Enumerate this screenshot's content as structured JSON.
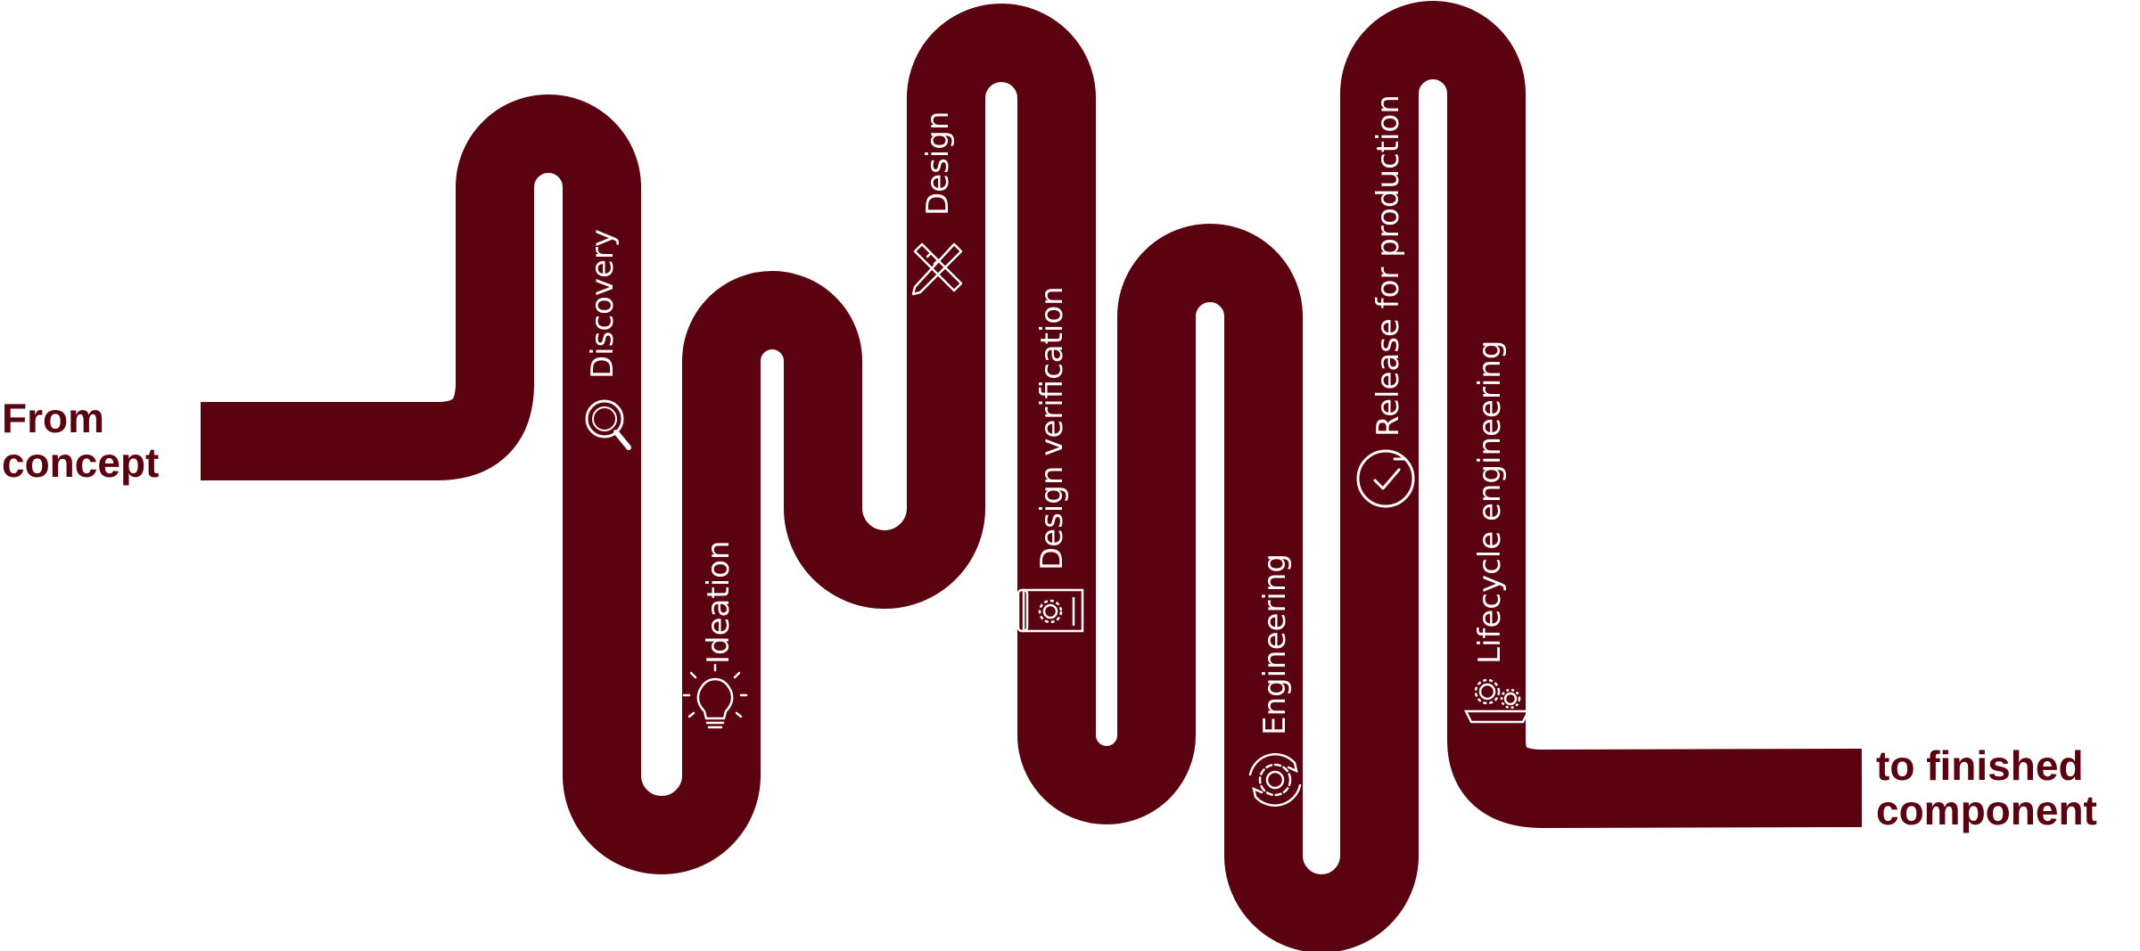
{
  "colors": {
    "road": "#5a020f",
    "text_on_road": "#ffffff",
    "end_label": "#5a020f",
    "background": "#ffffff"
  },
  "start_label": {
    "line1": "From",
    "line2": "concept"
  },
  "end_label": {
    "line1": "to finished",
    "line2": "component"
  },
  "steps": [
    {
      "label": "Discovery",
      "icon": "magnifier-icon"
    },
    {
      "label": "Ideation",
      "icon": "lightbulb-icon"
    },
    {
      "label": "Design",
      "icon": "ruler-pencil-icon"
    },
    {
      "label": "Design verification",
      "icon": "blueprint-gear-icon"
    },
    {
      "label": "Engineering",
      "icon": "gear-cycle-icon"
    },
    {
      "label": "Release for production",
      "icon": "check-circle-icon"
    },
    {
      "label": "Lifecycle engineering",
      "icon": "gears-on-tray-icon"
    }
  ]
}
